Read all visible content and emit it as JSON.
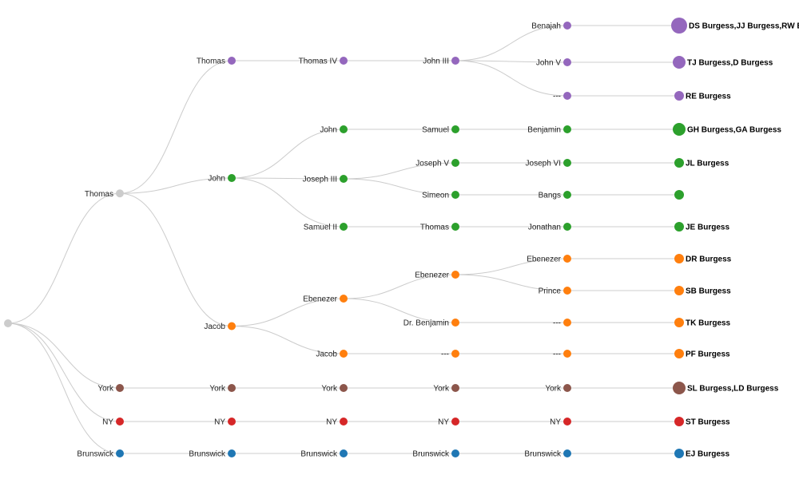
{
  "colors": {
    "grey": "#cccccc",
    "purple": "#9467bd",
    "green": "#2ca02c",
    "orange": "#ff7f0e",
    "brown": "#8c564b",
    "red": "#d62728",
    "blue": "#1f77b4"
  },
  "tree": {
    "label": "",
    "color": "grey",
    "children": [
      {
        "label": "Thomas",
        "color": "grey",
        "children": [
          {
            "label": "Thomas",
            "color": "purple",
            "children": [
              {
                "label": "Thomas IV",
                "color": "purple",
                "children": [
                  {
                    "label": "John III",
                    "color": "purple",
                    "children": [
                      {
                        "label": "Benajah",
                        "color": "purple",
                        "children": [
                          {
                            "label": "DS Burgess,JJ Burgess,RW Burgess",
                            "color": "purple",
                            "size": 3,
                            "leaf": true
                          }
                        ]
                      },
                      {
                        "label": "John V",
                        "color": "purple",
                        "children": [
                          {
                            "label": "TJ Burgess,D Burgess",
                            "color": "purple",
                            "size": 2,
                            "leaf": true
                          }
                        ]
                      },
                      {
                        "label": "---",
                        "color": "purple",
                        "children": [
                          {
                            "label": "RE Burgess",
                            "color": "purple",
                            "size": 1,
                            "leaf": true
                          }
                        ]
                      }
                    ]
                  }
                ]
              }
            ]
          },
          {
            "label": "John",
            "color": "green",
            "children": [
              {
                "label": "John",
                "color": "green",
                "children": [
                  {
                    "label": "Samuel",
                    "color": "green",
                    "children": [
                      {
                        "label": "Benjamin",
                        "color": "green",
                        "children": [
                          {
                            "label": "GH Burgess,GA Burgess",
                            "color": "green",
                            "size": 2,
                            "leaf": true
                          }
                        ]
                      }
                    ]
                  }
                ]
              },
              {
                "label": "Joseph III",
                "color": "green",
                "children": [
                  {
                    "label": "Joseph V",
                    "color": "green",
                    "children": [
                      {
                        "label": "Joseph VI",
                        "color": "green",
                        "children": [
                          {
                            "label": "JL Burgess",
                            "color": "green",
                            "size": 1,
                            "leaf": true
                          }
                        ]
                      }
                    ]
                  },
                  {
                    "label": "Simeon",
                    "color": "green",
                    "children": [
                      {
                        "label": "Bangs",
                        "color": "green",
                        "children": [
                          {
                            "label": "",
                            "color": "green",
                            "size": 1,
                            "leaf": true
                          }
                        ]
                      }
                    ]
                  }
                ]
              },
              {
                "label": "Samuel II",
                "color": "green",
                "children": [
                  {
                    "label": "Thomas",
                    "color": "green",
                    "children": [
                      {
                        "label": "Jonathan",
                        "color": "green",
                        "children": [
                          {
                            "label": "JE Burgess",
                            "color": "green",
                            "size": 1,
                            "leaf": true
                          }
                        ]
                      }
                    ]
                  }
                ]
              }
            ]
          },
          {
            "label": "Jacob",
            "color": "orange",
            "children": [
              {
                "label": "Ebenezer",
                "color": "orange",
                "children": [
                  {
                    "label": "Ebenezer",
                    "color": "orange",
                    "children": [
                      {
                        "label": "Ebenezer",
                        "color": "orange",
                        "children": [
                          {
                            "label": "DR Burgess",
                            "color": "orange",
                            "size": 1,
                            "leaf": true
                          }
                        ]
                      },
                      {
                        "label": "Prince",
                        "color": "orange",
                        "children": [
                          {
                            "label": "SB Burgess",
                            "color": "orange",
                            "size": 1,
                            "leaf": true
                          }
                        ]
                      }
                    ]
                  },
                  {
                    "label": "Dr. Benjamin",
                    "color": "orange",
                    "children": [
                      {
                        "label": "---",
                        "color": "orange",
                        "children": [
                          {
                            "label": "TK Burgess",
                            "color": "orange",
                            "size": 1,
                            "leaf": true
                          }
                        ]
                      }
                    ]
                  }
                ]
              },
              {
                "label": "Jacob",
                "color": "orange",
                "children": [
                  {
                    "label": "---",
                    "color": "orange",
                    "children": [
                      {
                        "label": "---",
                        "color": "orange",
                        "children": [
                          {
                            "label": "PF Burgess",
                            "color": "orange",
                            "size": 1,
                            "leaf": true
                          }
                        ]
                      }
                    ]
                  }
                ]
              }
            ]
          }
        ]
      },
      {
        "label": "York",
        "color": "brown",
        "children": [
          {
            "label": "York",
            "color": "brown",
            "children": [
              {
                "label": "York",
                "color": "brown",
                "children": [
                  {
                    "label": "York",
                    "color": "brown",
                    "children": [
                      {
                        "label": "York",
                        "color": "brown",
                        "children": [
                          {
                            "label": "SL Burgess,LD Burgess",
                            "color": "brown",
                            "size": 2,
                            "leaf": true
                          }
                        ]
                      }
                    ]
                  }
                ]
              }
            ]
          }
        ]
      },
      {
        "label": "NY",
        "color": "red",
        "children": [
          {
            "label": "NY",
            "color": "red",
            "children": [
              {
                "label": "NY",
                "color": "red",
                "children": [
                  {
                    "label": "NY",
                    "color": "red",
                    "children": [
                      {
                        "label": "NY",
                        "color": "red",
                        "children": [
                          {
                            "label": "ST Burgess",
                            "color": "red",
                            "size": 1,
                            "leaf": true
                          }
                        ]
                      }
                    ]
                  }
                ]
              }
            ]
          }
        ]
      },
      {
        "label": "Brunswick",
        "color": "blue",
        "children": [
          {
            "label": "Brunswick",
            "color": "blue",
            "children": [
              {
                "label": "Brunswick",
                "color": "blue",
                "children": [
                  {
                    "label": "Brunswick",
                    "color": "blue",
                    "children": [
                      {
                        "label": "Brunswick",
                        "color": "blue",
                        "children": [
                          {
                            "label": "EJ Burgess",
                            "color": "blue",
                            "size": 1,
                            "leaf": true
                          }
                        ]
                      }
                    ]
                  }
                ]
              }
            ]
          }
        ]
      }
    ]
  }
}
